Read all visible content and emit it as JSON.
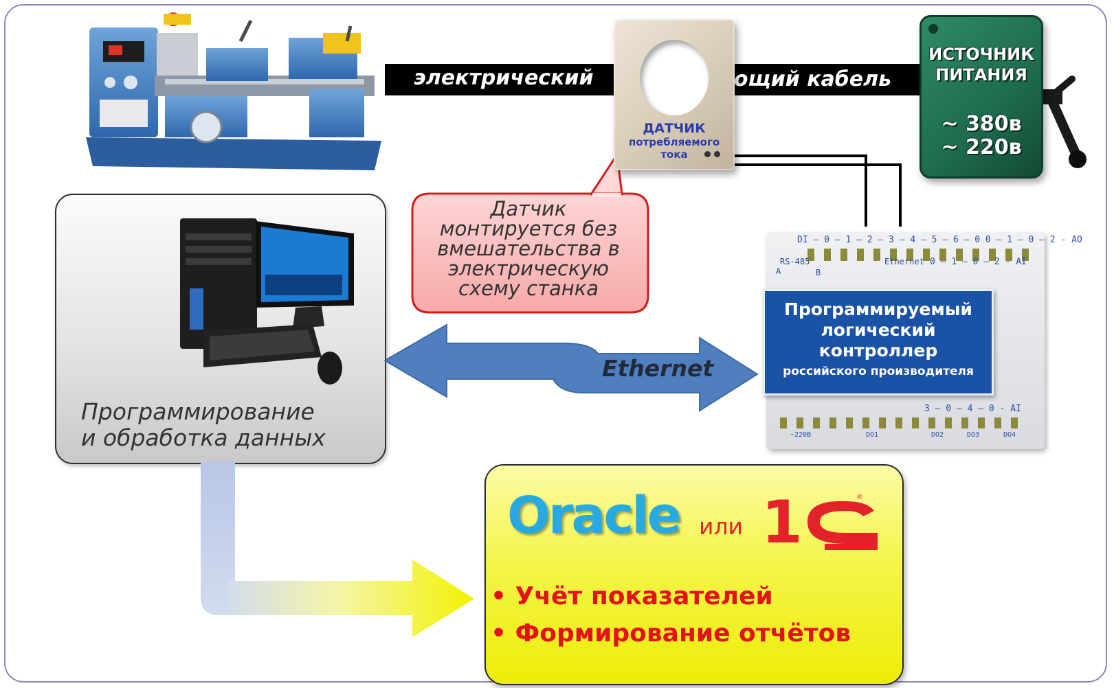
{
  "cable": {
    "label_left": "электрический",
    "label_right": "питающий кабель"
  },
  "sensor": {
    "line1": "ДАТЧИК",
    "line2": "потребляемого",
    "line3": "тока"
  },
  "power_source": {
    "title_line1": "ИСТОЧНИК",
    "title_line2": "ПИТАНИЯ",
    "voltage_1": "~ 380в",
    "voltage_2": "~ 220в"
  },
  "callout": {
    "lines": [
      "Датчик",
      "монтируется без",
      "вмешательства в",
      "электрическую",
      "схему станка"
    ]
  },
  "pc": {
    "label_line1": "Программирование",
    "label_line2": "и обработка данных"
  },
  "link": {
    "label": "Ethernet"
  },
  "plc": {
    "lines": [
      "Программируемый",
      "логический",
      "контроллер",
      "российского производителя"
    ],
    "top_terminals": "DI – 0 – 1 – 2 – 3 – 4 – 5 – 6 – 0   0 – 1 – 0 – 2 - AO",
    "rs485": "RS-485",
    "rs_a": "A",
    "rs_b": "B",
    "ethernet_port": "Ethernet",
    "ai_top": "0 – 1 – 0 – 2 - AI",
    "ai_bottom": "3 – 0 – 4 – 0 - AI",
    "bottom_labels": [
      "~220В",
      "DO1",
      "DO2",
      "DO3",
      "DO4"
    ]
  },
  "db": {
    "oracle": "Oracle",
    "or": "или",
    "onec": "1С",
    "bullets": [
      "Учёт показателей",
      "Формирование отчётов"
    ]
  },
  "colors": {
    "frame": "#8f84b8",
    "arrow_blue": "#4f7fbf",
    "oracle_blue": "#27a9e1",
    "onec_red": "#e3222a",
    "bullet_red": "#e4101a",
    "plc_panel": "#1a52a6"
  }
}
